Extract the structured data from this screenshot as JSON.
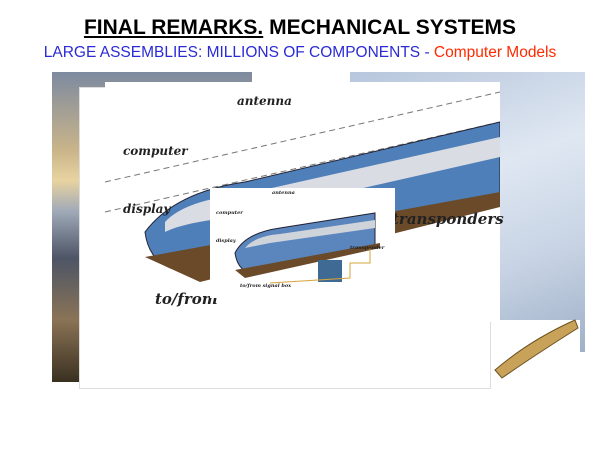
{
  "slide": {
    "title_underlined": "FINAL REMARKS.",
    "title_rest": "MECHANICAL SYSTEMS",
    "subtitle_blue": "LARGE ASSEMBLIES: MILLIONS OF COMPONENTS - ",
    "subtitle_red": "Computer Models"
  },
  "diagram_large": {
    "antenna": "antenna",
    "computer": "computer",
    "display": "display",
    "transponders": "transponders",
    "to_from": "to/from"
  },
  "diagram_small": {
    "antenna": "antenna",
    "computer": "computer",
    "display": "display",
    "transponder": "transponder",
    "to_from": "to/from signal box"
  },
  "colors": {
    "title_blue": "#2b2bd6",
    "title_red": "#ff2a00"
  }
}
